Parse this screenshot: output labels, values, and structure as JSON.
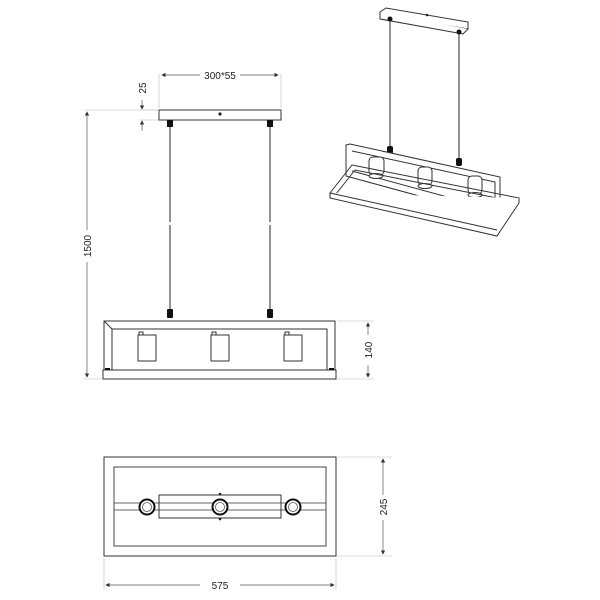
{
  "drawing": {
    "type": "technical-drawing",
    "subject": "linear pendant lamp with rectangular frame and 3 bulb holders",
    "colors": {
      "line": "#333333",
      "dim_line": "#555555",
      "cable": "#777777",
      "background": "#ffffff"
    }
  },
  "front_view": {
    "dimensions": {
      "canopy_size": "300*55",
      "canopy_height": "25",
      "overall_height": "1500",
      "frame_height": "140"
    },
    "lamp_holders": 3,
    "cables": 2
  },
  "top_view": {
    "dimensions": {
      "width": "575",
      "depth": "245"
    },
    "lamp_holders": 3
  },
  "isometric_view": {
    "label": "perspective",
    "lamp_holders": 3,
    "cables": 2
  }
}
